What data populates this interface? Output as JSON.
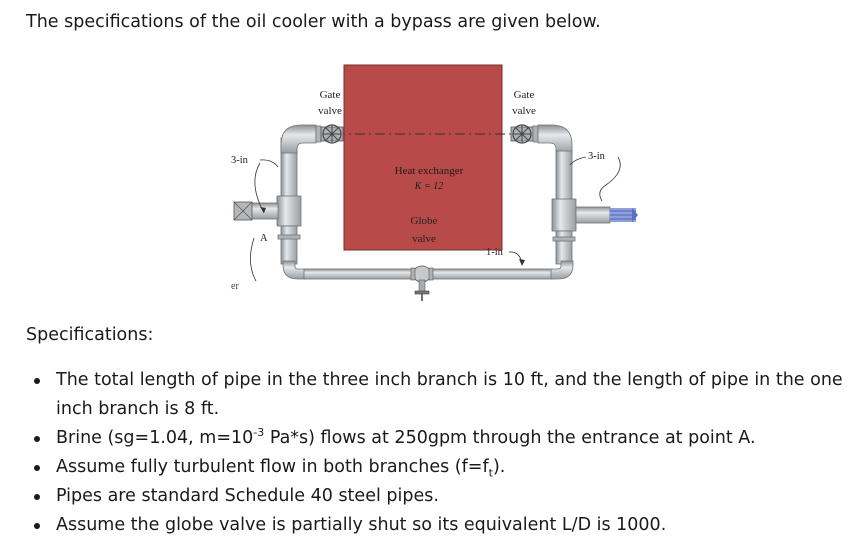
{
  "intro": "The specifications of the oil cooler with a bypass are given below.",
  "figure": {
    "gate_valve_left": [
      "Gate",
      "valve"
    ],
    "gate_valve_right": [
      "Gate",
      "valve"
    ],
    "heat_exchanger": "Heat exchanger",
    "k_value": "K = 12",
    "globe_valve": [
      "Globe",
      "valve"
    ],
    "pipe_3in_left": "3-in",
    "pipe_3in_right": "3-in",
    "pipe_1in": "1-in",
    "point_a": "A",
    "er_fragment": "er",
    "colors": {
      "heat_exchanger_fill": "#b94a4a",
      "pipe_fill": "#c4c6c8",
      "pipe_edge": "#6f7375",
      "flow_arrow": "#5a6fc8"
    }
  },
  "specifications": {
    "heading": "Specifications:",
    "bullets": [
      {
        "text": "The total length of pipe in the three inch branch is 10 ft, and the length of pipe in the one inch branch is 8 ft."
      },
      {
        "p1": "Brine (sg=1.04, m=10",
        "sup": "-3",
        "p2": " Pa*s) flows at 250gpm through the entrance at point A."
      },
      {
        "p1": "Assume fully turbulent flow in both branches (f=f",
        "sub": "t",
        "p2": ")."
      },
      {
        "text": "Pipes are standard Schedule 40 steel pipes."
      },
      {
        "text": "Assume the globe valve is partially shut so its equivalent L/D is 1000."
      }
    ]
  }
}
